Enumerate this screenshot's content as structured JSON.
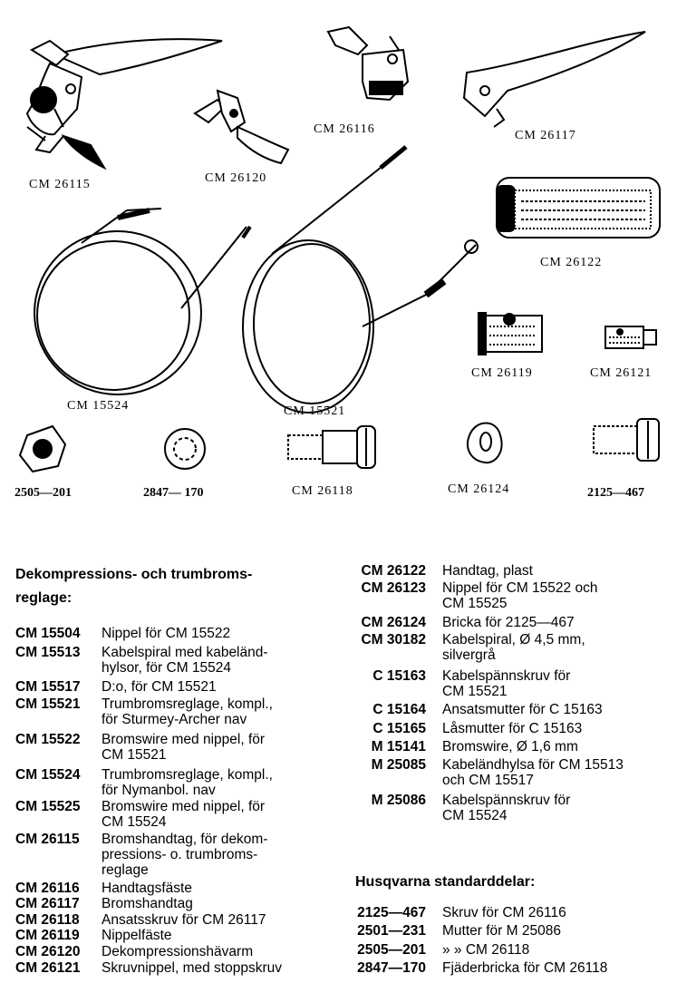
{
  "illustration_labels": {
    "cm26115": "CM 26115",
    "cm26120": "CM 26120",
    "cm26116": "CM 26116",
    "cm26117": "CM 26117",
    "cm26122": "CM 26122",
    "cm15524": "CM 15524",
    "cm15521": "CM 15521",
    "cm26119": "CM 26119",
    "cm26121": "CM 26121",
    "p2505": "2505—201",
    "p2847": "2847— 170",
    "cm26118": "CM 26118",
    "cm26124": "CM 26124",
    "p2125": "2125—467"
  },
  "left_section": {
    "heading": "Dekompressions- och trumbroms-\nreglage:",
    "items": [
      {
        "code": "CM 15504",
        "desc": "Nippel för CM 15522"
      },
      {
        "code": "CM 15513",
        "desc": "Kabelspiral med kabeländ-\nhylsor, för CM 15524"
      },
      {
        "code": "CM 15517",
        "desc": "D:o, för CM 15521"
      },
      {
        "code": "CM 15521",
        "desc": "Trumbromsreglage, kompl.,\nför Sturmey-Archer nav"
      },
      {
        "code": "CM 15522",
        "desc": "Bromswire med nippel, för\nCM 15521"
      },
      {
        "code": "CM 15524",
        "desc": "Trumbromsreglage, kompl.,\nför Nymanbol. nav"
      },
      {
        "code": "CM 15525",
        "desc": "Bromswire med nippel, för\nCM 15524"
      },
      {
        "code": "CM 26115",
        "desc": "Bromshandtag, för dekom-\npressions- o. trumbroms-\nreglage"
      },
      {
        "code": "CM 26116",
        "desc": "Handtagsfäste"
      },
      {
        "code": "CM 26117",
        "desc": "Bromshandtag"
      },
      {
        "code": "CM 26118",
        "desc": "Ansatsskruv för CM 26117"
      },
      {
        "code": "CM 26119",
        "desc": "Nippelfäste"
      },
      {
        "code": "CM 26120",
        "desc": "Dekompressionshävarm"
      },
      {
        "code": "CM 26121",
        "desc": "Skruvnippel, med stoppskruv"
      }
    ]
  },
  "right_section": {
    "items": [
      {
        "code": "CM 26122",
        "desc": "Handtag, plast"
      },
      {
        "code": "CM 26123",
        "desc": "Nippel för CM 15522 och\nCM 15525"
      },
      {
        "code": "CM 26124",
        "desc": "Bricka för 2125—467"
      },
      {
        "code": "CM 30182",
        "desc": "Kabelspiral, Ø 4,5 mm,\nsilvergrå"
      },
      {
        "code": "C 15163",
        "desc": "Kabelspännskruv för\nCM 15521"
      },
      {
        "code": "C 15164",
        "desc": "Ansatsmutter för C 15163"
      },
      {
        "code": "C 15165",
        "desc": "Låsmutter för C 15163"
      },
      {
        "code": "M 15141",
        "desc": "Bromswire, Ø 1,6 mm"
      },
      {
        "code": "M 25085",
        "desc": "Kabeländhylsa för CM 15513\noch CM 15517"
      },
      {
        "code": "M 25086",
        "desc": "Kabelspännskruv för\nCM 15524"
      }
    ],
    "std_heading": "Husqvarna standarddelar:",
    "std_items": [
      {
        "code": "2125—467",
        "desc": "Skruv för CM 26116"
      },
      {
        "code": "2501—231",
        "desc": "Mutter för M 25086"
      },
      {
        "code": "2505—201",
        "desc": "»      » CM 26118"
      },
      {
        "code": "2847—170",
        "desc": "Fjäderbricka för CM 26118"
      }
    ]
  }
}
